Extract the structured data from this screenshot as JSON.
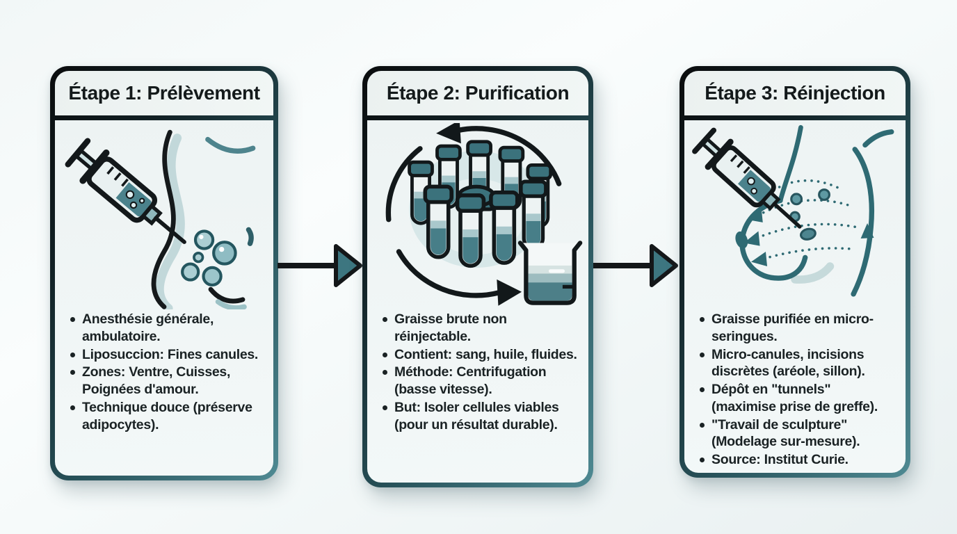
{
  "diagram": {
    "kind": "three-step-process-infographic",
    "language": "fr"
  },
  "colors": {
    "accent_teal": "#417a83",
    "outline_dark": "#12181a",
    "card_background": "#eef4f4",
    "liquid_teal": "#4b828c",
    "light_teal": "#abced3"
  },
  "steps": [
    {
      "title": "Étape 1: Prélèvement",
      "icon": "syringe-liposuction-illustration",
      "bullets": [
        "Anesthésie générale, ambulatoire.",
        "Liposuccion: Fines canules.",
        "Zones: Ventre, Cuisses, Poignées d'amour.",
        "Technique douce (préserve adipocytes)."
      ]
    },
    {
      "title": "Étape 2: Purification",
      "icon": "centrifuge-tubes-beaker-illustration",
      "bullets": [
        "Graisse brute non réinjectable.",
        "Contient: sang, huile, fluides.",
        "Méthode: Centrifugation (basse vitesse).",
        "But: Isoler cellules viables (pour un résultat durable)."
      ]
    },
    {
      "title": "Étape 3: Réinjection",
      "icon": "syringe-breast-injection-illustration",
      "bullets": [
        "Graisse purifiée en micro-seringues.",
        "Micro-canules, incisions discrètes (aréole, sillon).",
        "Dépôt en \"tunnels\" (maximise prise de greffe).",
        "\"Travail de sculpture\" (Modelage sur-mesure).",
        "Source: Institut Curie."
      ]
    }
  ],
  "connectors": [
    {
      "icon": "arrow-right-icon"
    },
    {
      "icon": "arrow-right-icon"
    }
  ]
}
